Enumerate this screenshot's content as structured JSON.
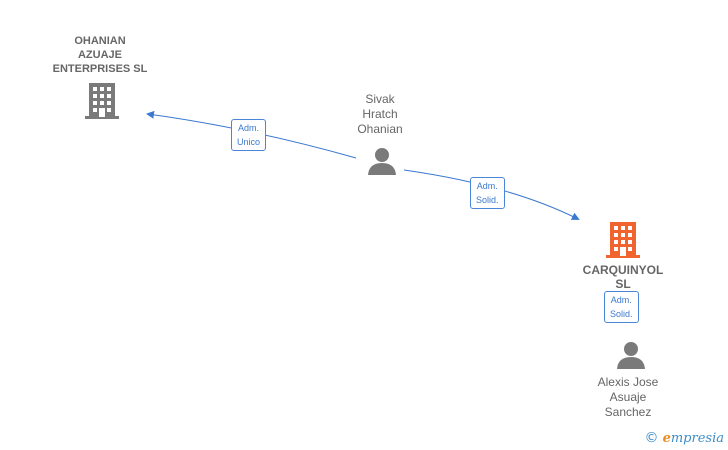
{
  "colors": {
    "edge": "#3b78d0",
    "node_gray": "#7a7a7a",
    "node_focus": "#f0652f"
  },
  "nodes": {
    "ohanian_azuaje": {
      "label_lines": [
        "OHANIAN",
        "AZUAJE",
        "ENTERPRISES SL"
      ],
      "icon": "building-icon"
    },
    "sivak": {
      "label_lines": [
        "Sivak",
        "Hratch",
        "Ohanian"
      ],
      "icon": "person-icon"
    },
    "carquinyol": {
      "label_lines": [
        "CARQUINYOL",
        "SL"
      ],
      "icon": "building-icon"
    },
    "alexis": {
      "label_lines": [
        "Alexis Jose",
        "Asuaje",
        "Sanchez"
      ],
      "icon": "person-icon"
    }
  },
  "edges": {
    "sivak_to_ohanian": {
      "lines": [
        "Adm.",
        "Unico"
      ]
    },
    "sivak_to_carquinyol": {
      "lines": [
        "Adm.",
        "Solid."
      ]
    },
    "alexis_to_carquinyol": {
      "lines": [
        "Adm.",
        "Solid."
      ]
    }
  },
  "watermark": {
    "copyright": "©",
    "brand_initial": "e",
    "brand_rest": "mpresia"
  }
}
